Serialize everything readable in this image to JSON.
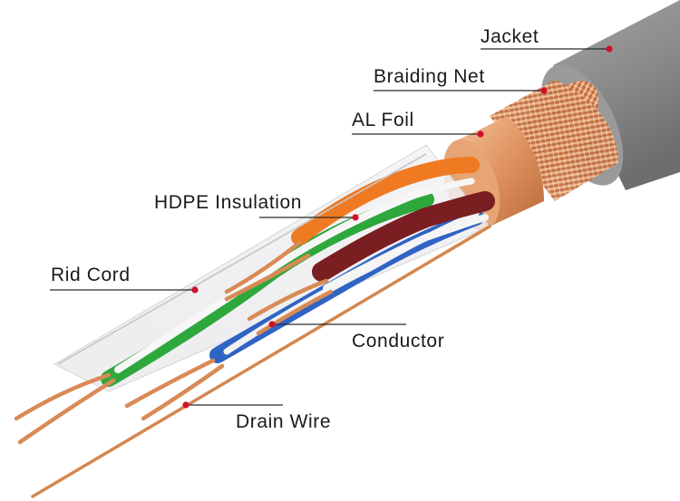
{
  "labels": {
    "jacket": "Jacket",
    "braiding_net": "Braiding Net",
    "al_foil": "AL Foil",
    "hdpe_insulation": "HDPE Insulation",
    "rid_cord": "Rid Cord",
    "conductor": "Conductor",
    "drain_wire": "Drain Wire"
  },
  "colors": {
    "jacket": "#8a8a8a",
    "braid": "#d98a5a",
    "foil": "#e3a26e",
    "copper": "#d98a55",
    "pair_orange": "#f07a22",
    "pair_green": "#2ea83c",
    "pair_brown": "#7a1e22",
    "pair_blue": "#2f63c4",
    "leader_dot": "#d0102a"
  }
}
